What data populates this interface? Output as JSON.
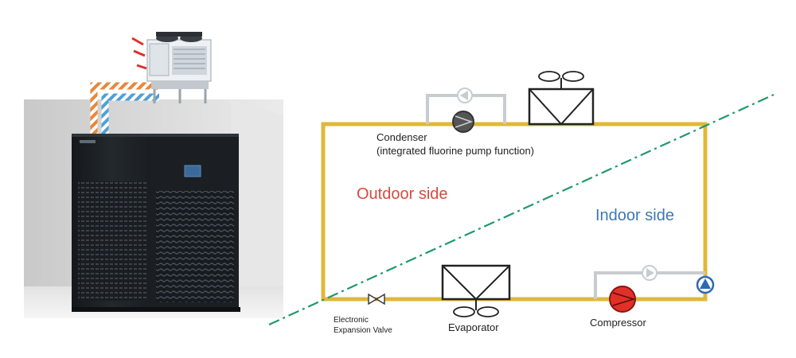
{
  "labels": {
    "condenser_line1": "Condenser",
    "condenser_line2": "(integrated fluorine pump function)",
    "outdoor_side": "Outdoor side",
    "indoor_side": "Indoor side",
    "eev_line1": "Electronic",
    "eev_line2": "Expansion Valve",
    "evaporator": "Evaporator",
    "compressor": "Compressor"
  },
  "colors": {
    "pipe": "#e0b838",
    "divider": "#1e9a6a",
    "outdoor_text": "#d94a3a",
    "indoor_text": "#3c78b4",
    "compressor_fill": "#e0302a",
    "fluorine_pump_fill": "#555555",
    "check_valve_fill": "#2d6ab0",
    "cabinet": "#1c2024"
  },
  "icons": [
    "fan-icon",
    "pump-icon",
    "check-valve-icon",
    "expansion-valve-icon"
  ]
}
